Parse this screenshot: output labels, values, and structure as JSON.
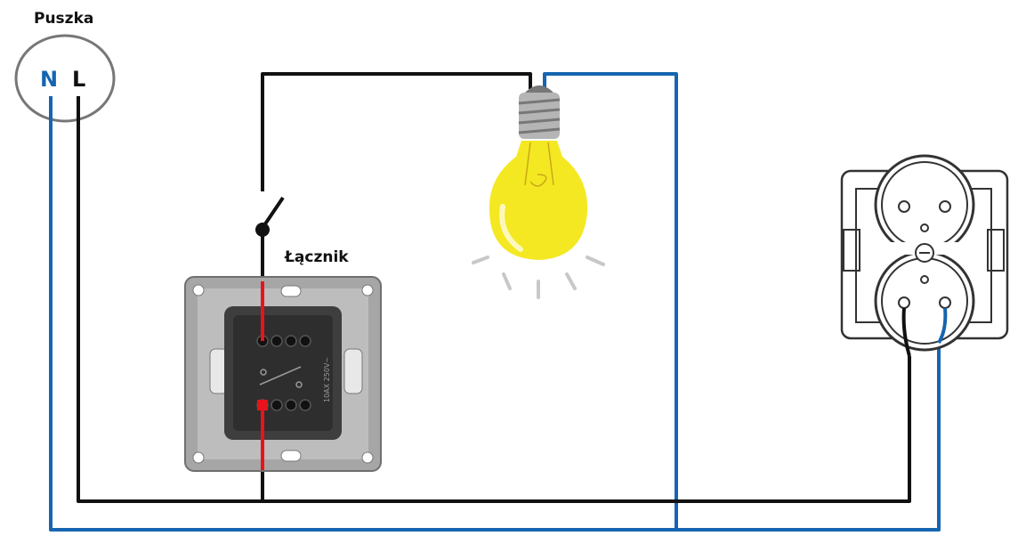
{
  "labels": {
    "box_title": "Puszka",
    "neutral": "N",
    "live": "L",
    "switch_title": "Łącznik",
    "switch_rating": "10AX 250V~"
  },
  "colors": {
    "neutral_wire": "#1565b0",
    "live_wire": "#111111",
    "internal_wire": "#e8141b",
    "bulb_glass": "#f4e822",
    "bulb_base": "#aaaaaa",
    "switch_plate": "#9a9a9a",
    "switch_body": "#3a3a3a",
    "socket_outline": "#333333"
  },
  "icons": {
    "junction_box": "circle-outline",
    "switch_symbol": "open-switch-symbol",
    "light_bulb": "light-bulb-icon",
    "socket": "double-socket-icon",
    "switch_mechanism": "switch-mechanism-icon"
  }
}
